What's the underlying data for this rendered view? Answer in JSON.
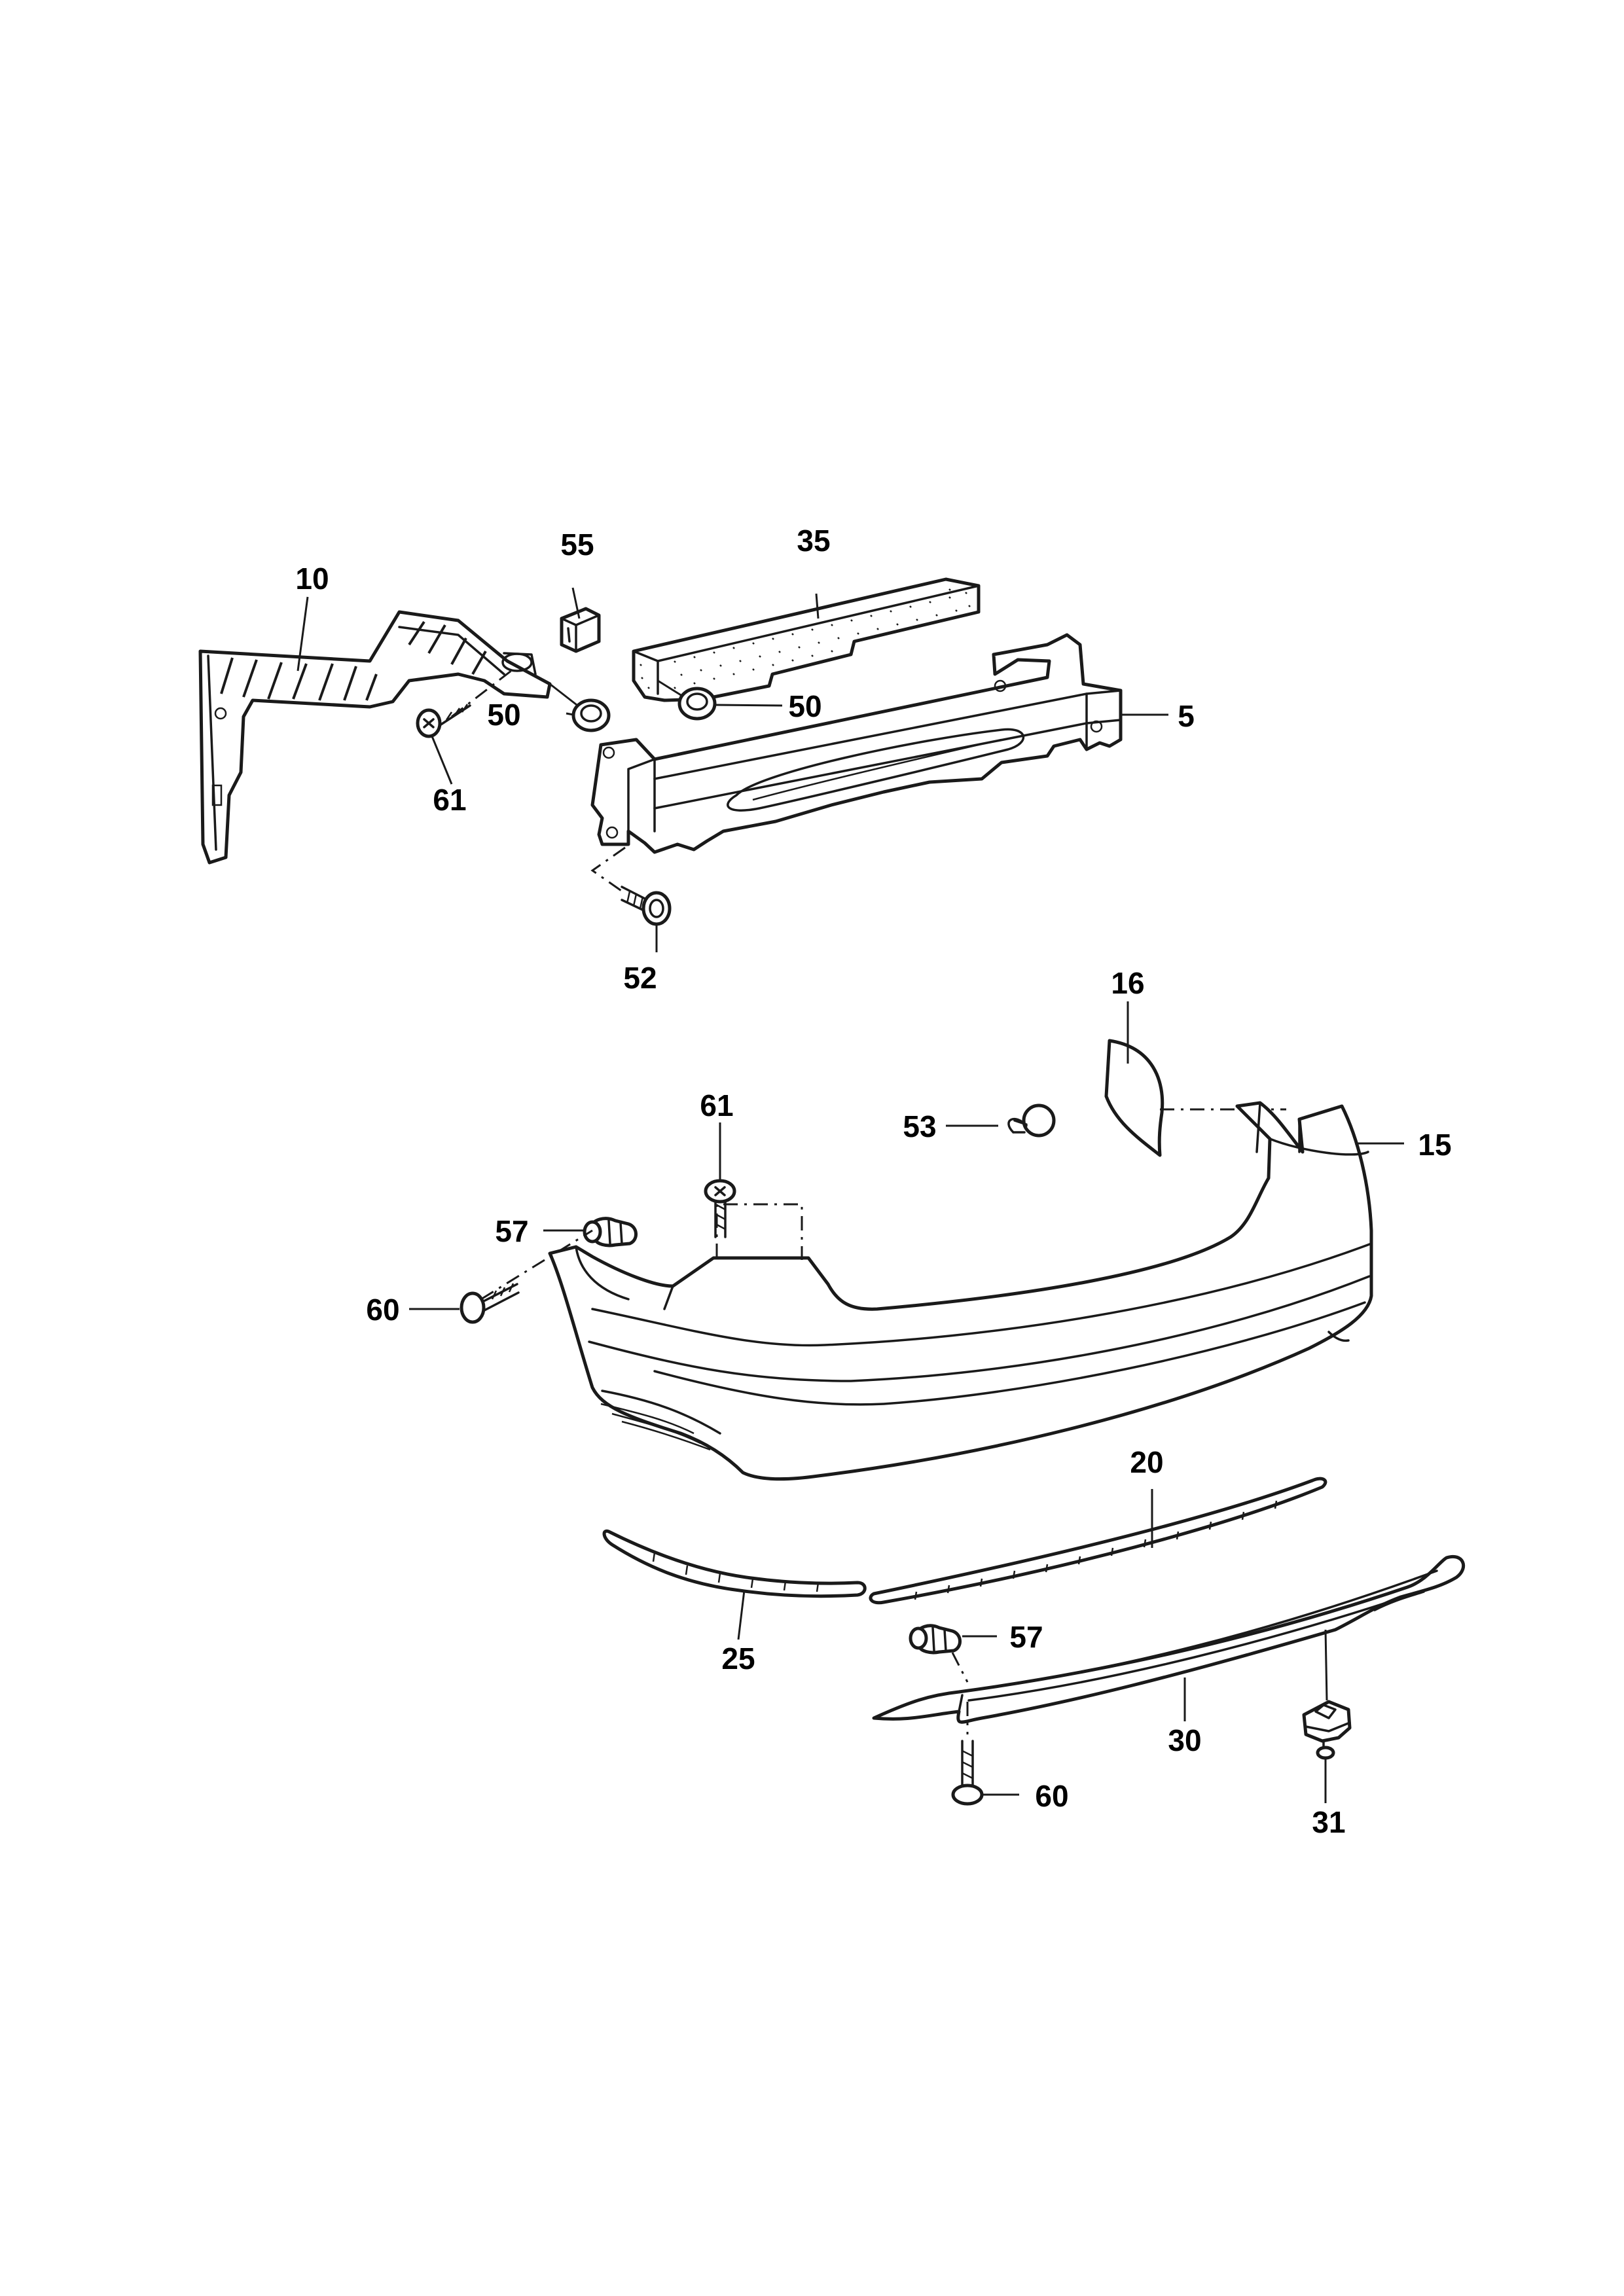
{
  "labels": {
    "l5": "5",
    "l10": "10",
    "l15": "15",
    "l16": "16",
    "l20": "20",
    "l25": "25",
    "l30": "30",
    "l31": "31",
    "l35": "35",
    "l50a": "50",
    "l50b": "50",
    "l52": "52",
    "l53": "53",
    "l55": "55",
    "l57a": "57",
    "l57b": "57",
    "l60a": "60",
    "l60b": "60",
    "l61a": "61",
    "l61b": "61"
  },
  "colors": {
    "line": "#1a1a1a",
    "background": "#ffffff"
  }
}
